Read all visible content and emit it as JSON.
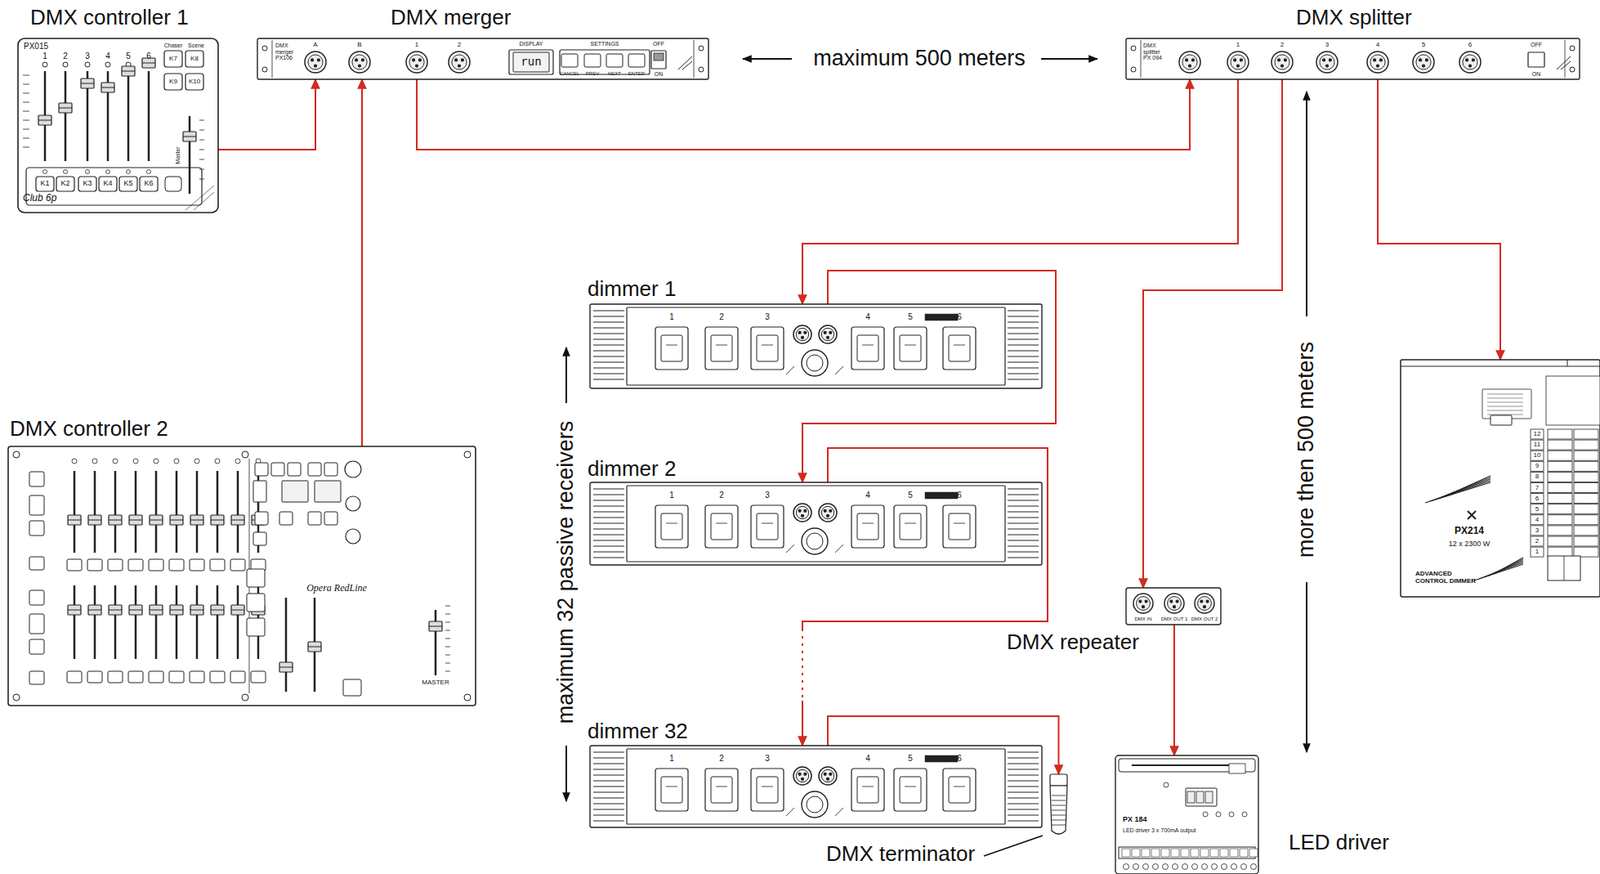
{
  "diagram": {
    "nodes": [
      {
        "text": [
          "DMX controller 1"
        ]
      },
      {
        "text": [
          "DMX merger"
        ]
      },
      {
        "text": [
          "DMX splitter"
        ]
      },
      {
        "text": [
          "DMX controller 2"
        ]
      },
      {
        "text": [
          "dimmer 1"
        ]
      },
      {
        "text": [
          "dimmer 2"
        ]
      },
      {
        "text": [
          "dimmer 32"
        ]
      },
      {
        "text": [
          "DMX terminator"
        ]
      },
      {
        "text": [
          "DMX repeater"
        ]
      },
      {
        "text": [
          "LED driver"
        ]
      },
      {
        "text": [
          "PX214",
          "12 x 2300 W",
          "ADVANCED CONTROL DIMMER"
        ]
      }
    ],
    "edges": [
      {
        "from": 0,
        "to": 1,
        "arrow": "to"
      },
      {
        "from": 3,
        "to": 1,
        "arrow": "to"
      },
      {
        "from": 1,
        "to": 2,
        "arrow": "to"
      },
      {
        "from": 2,
        "to": 4,
        "arrow": "to"
      },
      {
        "from": 4,
        "to": 5,
        "arrow": "to"
      },
      {
        "from": 5,
        "to": 6,
        "arrow": "to"
      },
      {
        "from": 6,
        "to": 7,
        "arrow": "to"
      },
      {
        "from": 2,
        "to": 8,
        "arrow": "to"
      },
      {
        "from": 8,
        "to": 9,
        "arrow": "to"
      },
      {
        "from": 2,
        "to": 10,
        "arrow": "to"
      }
    ],
    "labels": [
      "maximum 500 meters",
      "maximum 32 passive receivers",
      "more then 500 meters",
      "PX015",
      "Club 6p",
      "1",
      "2",
      "3",
      "4",
      "5",
      "6",
      "K1",
      "K2",
      "K3",
      "K4",
      "K5",
      "K6",
      "K7",
      "K8",
      "K9",
      "K10",
      "Chaser",
      "Scene",
      "Master",
      "DMX merger PX106",
      "A",
      "B",
      "1",
      "2",
      "DISPLAY",
      "SETTINGS",
      "run",
      "CANCEL",
      "PREV",
      "NEXT",
      "ENTER",
      "OFF",
      "ON",
      "DMX splitter PX 094",
      "1",
      "2",
      "3",
      "4",
      "5",
      "6",
      "OFF",
      "ON",
      "Opera RedLine",
      "MASTER",
      "1",
      "2",
      "3",
      "4",
      "5",
      "6",
      "1",
      "2",
      "3",
      "4",
      "5",
      "6",
      "1",
      "2",
      "3",
      "4",
      "5",
      "6",
      "DMX IN",
      "DMX OUT 1",
      "DMX OUT 2",
      "PX 184",
      "LED driver 3 x 700mA output",
      "12",
      "11",
      "10",
      "9",
      "8",
      "7",
      "6",
      "5",
      "4",
      "3",
      "2",
      "1"
    ]
  }
}
